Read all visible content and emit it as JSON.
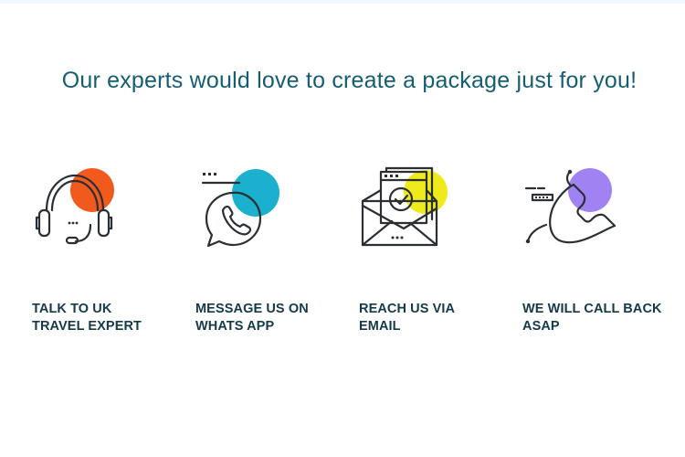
{
  "headline": "Our experts would love to create a package just for you!",
  "colors": {
    "headline": "#155e72",
    "label": "#143a4a",
    "icon_stroke": "#2a2f33",
    "accent_talk": "#f25a1d",
    "accent_whatsapp": "#1ab0ce",
    "accent_email": "#eeea1c",
    "accent_callback": "#a182f2"
  },
  "contact_options": [
    {
      "icon": "headset-icon",
      "label_line1": "TALK TO UK",
      "label_line2": "TRAVEL EXPERT"
    },
    {
      "icon": "whatsapp-icon",
      "label_line1": "MESSAGE US ON",
      "label_line2": "WHATS APP"
    },
    {
      "icon": "email-icon",
      "label_line1": "REACH US VIA",
      "label_line2": "EMAIL"
    },
    {
      "icon": "phone-callback-icon",
      "label_line1": "WE WILL CALL BACK",
      "label_line2": "ASAP"
    }
  ]
}
